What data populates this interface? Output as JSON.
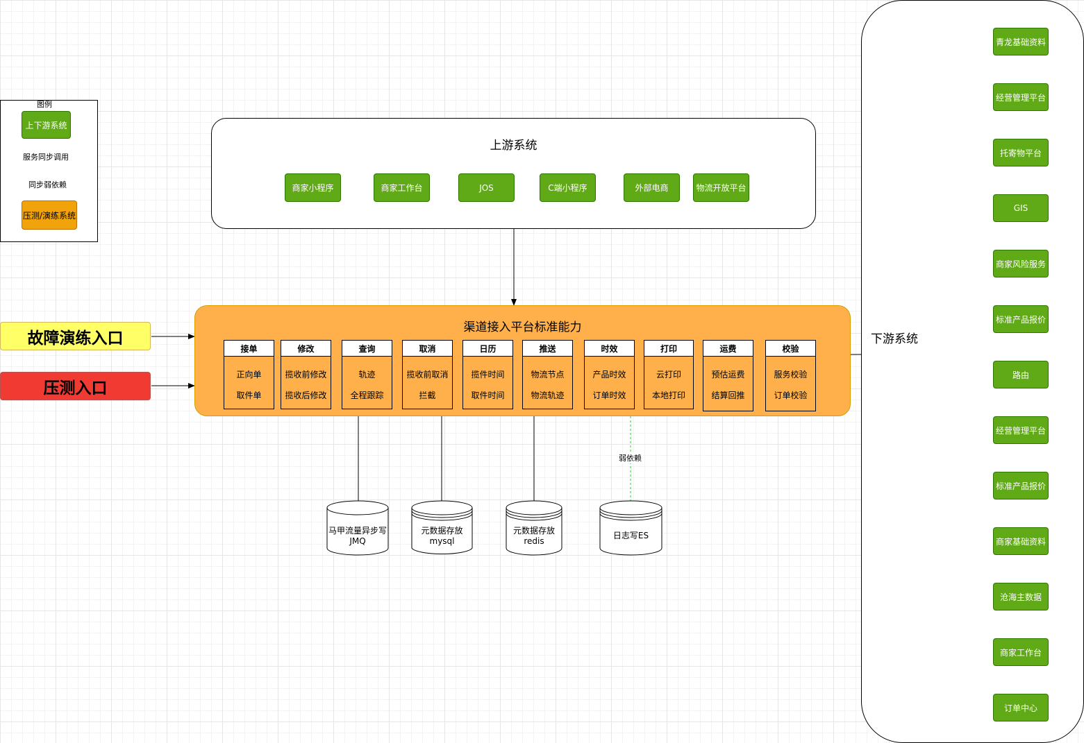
{
  "legend": {
    "title": "图例",
    "system_label": "上下游系统",
    "sync_call_label": "服务同步调用",
    "weak_dep_label": "同步弱依赖",
    "pressure_system_label": "压测/演练系统"
  },
  "upstream": {
    "title": "上游系统",
    "systems": [
      "商家小程序",
      "商家工作台",
      "JOS",
      "C端小程序",
      "外部电商",
      "物流开放平台"
    ]
  },
  "entries": {
    "fault_drill": "故障演练入口",
    "pressure_test": "压测入口"
  },
  "platform": {
    "title": "渠道接入平台标准能力",
    "capabilities": [
      {
        "name": "接单",
        "items": [
          "正向单",
          "取件单"
        ]
      },
      {
        "name": "修改",
        "items": [
          "揽收前修改",
          "揽收后修改"
        ]
      },
      {
        "name": "查询",
        "items": [
          "轨迹",
          "全程跟踪"
        ]
      },
      {
        "name": "取消",
        "items": [
          "揽收前取消",
          "拦截"
        ]
      },
      {
        "name": "日历",
        "items": [
          "揽件时间",
          "取件时间"
        ]
      },
      {
        "name": "推送",
        "items": [
          "物流节点",
          "物流轨迹"
        ]
      },
      {
        "name": "时效",
        "items": [
          "产品时效",
          "订单时效"
        ]
      },
      {
        "name": "打印",
        "items": [
          "云打印",
          "本地打印"
        ]
      },
      {
        "name": "运费",
        "items": [
          "预估运费",
          "结算回推"
        ]
      },
      {
        "name": "校验",
        "items": [
          "服务校验",
          "订单校验"
        ]
      }
    ]
  },
  "storage": [
    {
      "line1": "马甲流量异步写",
      "line2": "JMQ"
    },
    {
      "line1": "元数据存放",
      "line2": "mysql"
    },
    {
      "line1": "元数据存放",
      "line2": "redis"
    },
    {
      "line1": "日志写ES",
      "line2": ""
    }
  ],
  "weak_dependency_label": "弱依赖",
  "downstream": {
    "title": "下游系统",
    "systems": [
      "青龙基础资料",
      "经营管理平台",
      "托寄物平台",
      "GIS",
      "商家风险服务",
      "标准产品报价",
      "路由",
      "经营管理平台",
      "标准产品报价",
      "商家基础资料",
      "沧海主数据",
      "商家工作台",
      "订单中心"
    ]
  },
  "colors": {
    "system_green": "#60a917",
    "pressure_orange": "#f0a30a",
    "platform_orange": "#ffb04a",
    "fault_yellow": "#ffff66",
    "pressure_red": "#f03a32",
    "weak_dep_green": "#33cc33"
  }
}
